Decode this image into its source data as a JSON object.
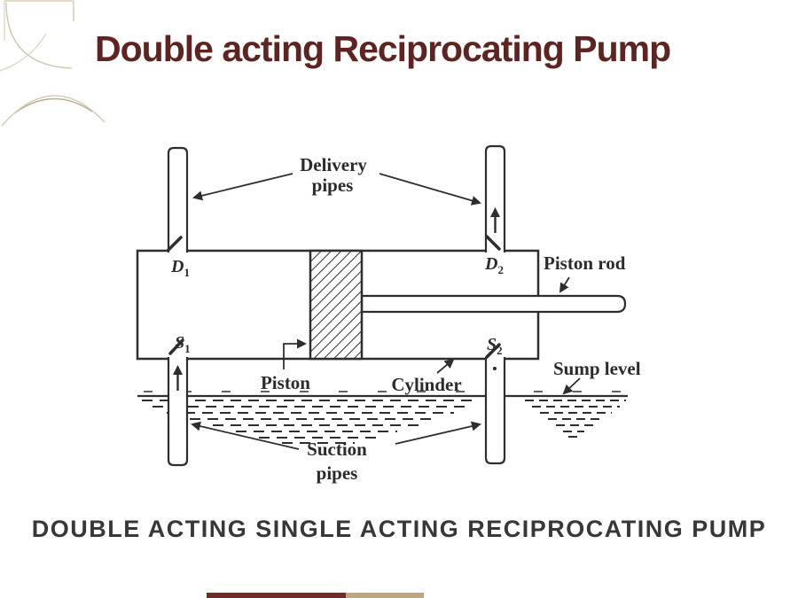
{
  "slide": {
    "title": "Double acting Reciprocating Pump",
    "caption": "DOUBLE ACTING SINGLE ACTING RECIPROCATING PUMP"
  },
  "diagram": {
    "labels": {
      "delivery_pipes": {
        "line1": "Delivery",
        "line2": "pipes"
      },
      "suction_pipes": {
        "line1": "Suction",
        "line2": "pipes"
      },
      "piston": "Piston",
      "cylinder": "Cylinder",
      "piston_rod": "Piston rod",
      "sump_level": "Sump level",
      "d1": {
        "base": "D",
        "sub": "1"
      },
      "d2": {
        "base": "D",
        "sub": "2"
      },
      "s1": {
        "base": "S",
        "sub": "1"
      },
      "s2": {
        "base": "S",
        "sub": "2"
      }
    },
    "icons": {
      "flow_arrow_up": "↑",
      "leader_arrow": "→"
    }
  },
  "colors": {
    "title_text": "#5e2421",
    "caption_text": "#38383a",
    "diagram_ink": "#2e2e2e",
    "decor_line": "#c9bfa2",
    "bar_maroon": "#6f2b27",
    "bar_tan": "#bfa77d"
  }
}
